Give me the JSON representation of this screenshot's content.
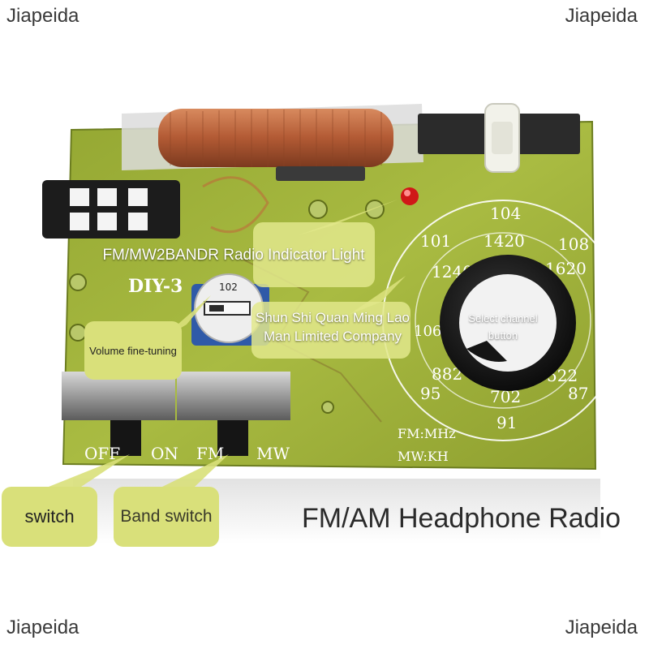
{
  "watermarks": {
    "top_left": "Jiapeida",
    "top_right": "Jiapeida",
    "bottom_left": "Jiapeida",
    "bottom_right": "Jiapeida"
  },
  "board": {
    "model": "DIY-3",
    "switch_off": "OFF",
    "switch_on": "ON",
    "band_fm": "FM",
    "band_mw": "MW",
    "fm_unit": "FM:MHz",
    "mw_unit": "MW:KH",
    "resistor_code": "102",
    "dial_fm": [
      "104",
      "108",
      "101",
      "87",
      "91",
      "95"
    ],
    "dial_mw": [
      "1420",
      "1620",
      "1240",
      "1062",
      "882",
      "702",
      "522"
    ]
  },
  "callouts": {
    "indicator": "FM/MW2BANDR Radio Indicator Light",
    "company_line1": "Shun Shi Quan Ming Lao",
    "company_line2": "Man Limited Company",
    "volume": "Volume fine-tuning",
    "select_line1": "Select channel",
    "select_line2": "button",
    "switch": "switch",
    "band": "Band switch"
  },
  "headline": "FM/AM Headphone Radio",
  "colors": {
    "pcb": "#a4b53b",
    "pcb_dark": "#7f9128",
    "coil": "#b4603c",
    "callout": "#d9e07a",
    "led": "#d01818"
  }
}
